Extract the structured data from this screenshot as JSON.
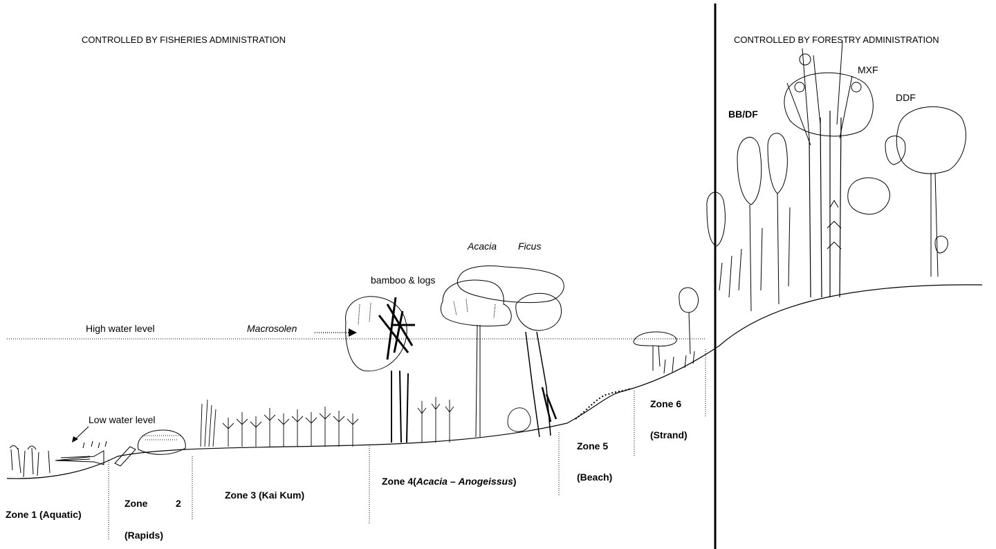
{
  "headers": {
    "fisheries": "CONTROLLED BY FISHERIES ADMINISTRATION",
    "forestry": "CONTROLLED BY FORESTRY ADMINISTRATION"
  },
  "water": {
    "high": "High water level",
    "low": "Low water level"
  },
  "annotations": {
    "macrosolen": "Macrosolen",
    "bamboo": "bamboo & logs",
    "acacia": "Acacia",
    "ficus": "Ficus"
  },
  "forest": {
    "mxf": "MXF",
    "ddf": "DDF",
    "bbdf": "BB/DF"
  },
  "zones": {
    "z1": "Zone 1 (Aquatic)",
    "z2_a": "Zone",
    "z2_b": "2",
    "z2_c": "(Rapids)",
    "z3": "Zone 3 (Kai Kum)",
    "z4_prefix": "Zone 4(",
    "z4_acacia": "Acacia",
    "z4_dash": " – ",
    "z4_anogeissus": "Anogeissus",
    "z4_suffix": ")",
    "z5_a": "Zone 5",
    "z5_b": "(Beach)",
    "z6_a": "Zone 6",
    "z6_b": "(Strand)"
  }
}
